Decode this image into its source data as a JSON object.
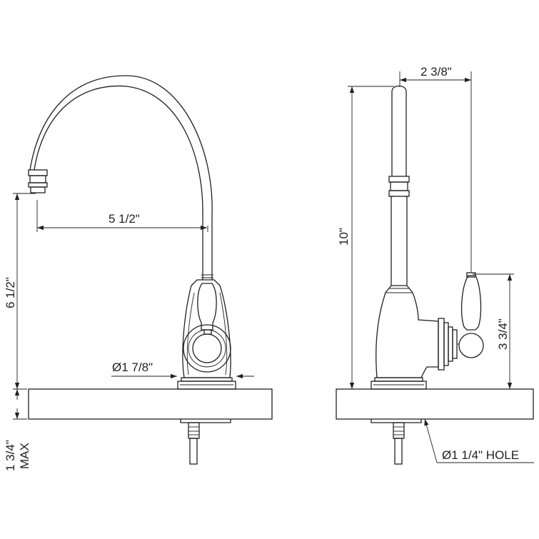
{
  "dimensions": {
    "spout_reach": "5 1/2\"",
    "spout_height": "6 1/2\"",
    "base_diameter": "Ø1 7/8\"",
    "deck_thickness_value": "1 3/4\"",
    "deck_thickness_note": "MAX",
    "total_height": "10\"",
    "side_depth": "2 3/8\"",
    "handle_height": "3 3/4\"",
    "hole_size": "Ø1 1/4\" HOLE"
  },
  "colors": {
    "line": "#231f20",
    "background": "#ffffff"
  }
}
